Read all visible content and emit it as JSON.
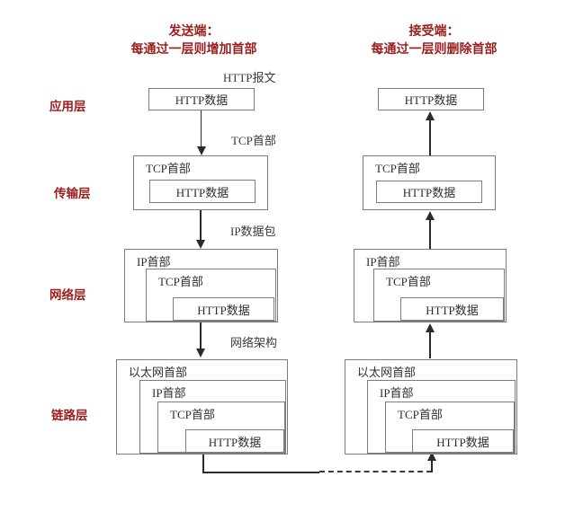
{
  "headers": {
    "sender": {
      "title": "发送端：",
      "subtitle": "每通过一层则增加首部"
    },
    "receiver": {
      "title": "接受端：",
      "subtitle": "每通过一层则删除首部"
    }
  },
  "layer_labels": {
    "application": "应用层",
    "transport": "传输层",
    "network": "网络层",
    "link": "链路层"
  },
  "step_labels": {
    "http_message": "HTTP报文",
    "tcp_header": "TCP首部",
    "ip_packet": "IP数据包",
    "network_arch": "网络架构"
  },
  "box_labels": {
    "http_data": "HTTP数据",
    "tcp_header": "TCP首部",
    "ip_header": "IP首部",
    "ethernet_header": "以太网首部"
  },
  "colors": {
    "accent_red": "#9b1e1e",
    "box_border": "#7d7d7d",
    "box_text": "#2f2f2f",
    "arrow": "#2b2b2b"
  }
}
